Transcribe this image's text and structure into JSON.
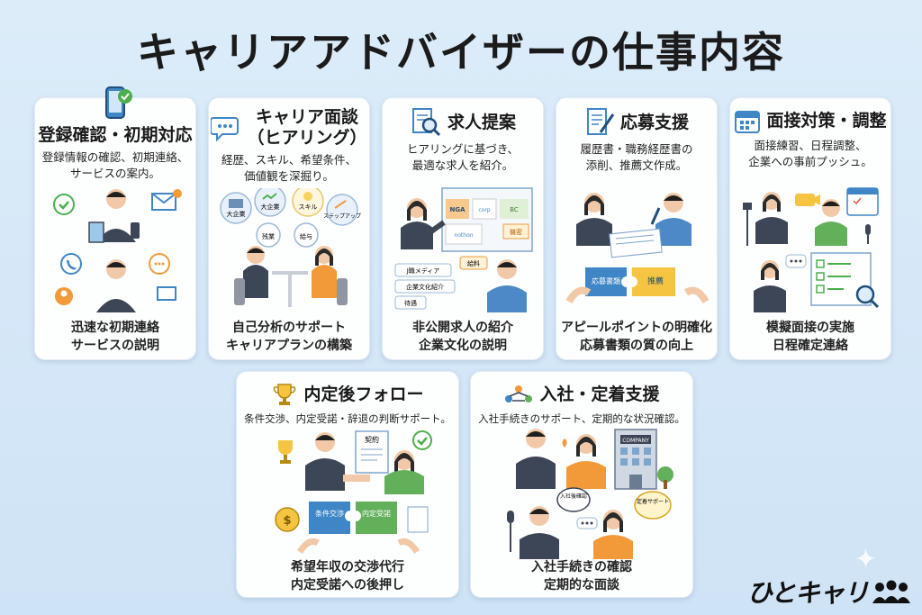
{
  "title": "キャリアアドバイザーの仕事内容",
  "cards": [
    {
      "title": "登録確認・初期対応",
      "desc": [
        "登録情報の確認、初期連絡、",
        "サービスの案内。"
      ],
      "footer": [
        "迅速な初期連絡",
        "サービスの説明"
      ]
    },
    {
      "title": [
        "キャリア面談",
        "（ヒアリング）"
      ],
      "desc": [
        "経歴、スキル、希望条件、",
        "価値観を深掘り。"
      ],
      "tags": [
        "大企業",
        "大企業",
        "スキル",
        "ステップアップ",
        "残業",
        "給与"
      ],
      "footer": [
        "自己分析のサポート",
        "キャリアプランの構築"
      ]
    },
    {
      "title": "求人提案",
      "desc": [
        "ヒアリングに基づき、",
        "最適な求人を紹介。"
      ],
      "tags": [
        "NGA",
        "corp",
        "nothon",
        "BC",
        "機密",
        "給料",
        "J職メディア",
        "企業文化紹介",
        "待遇"
      ],
      "footer": [
        "非公開求人の紹介",
        "企業文化の説明"
      ]
    },
    {
      "title": "応募支援",
      "desc": [
        "履歴書・職務経歴書の",
        "添削、推薦文作成。"
      ],
      "tags": [
        "応募書類",
        "推薦"
      ],
      "footer": [
        "アピールポイントの明確化",
        "応募書類の質の向上"
      ]
    },
    {
      "title": "面接対策・調整",
      "desc": [
        "面接練習、日程調整、",
        "企業への事前プッシュ。"
      ],
      "footer": [
        "模擬面接の実施",
        "日程確定連絡"
      ]
    },
    {
      "title": "内定後フォロー",
      "desc": [
        "条件交渉、内定受諾・辞退の判断サポート。"
      ],
      "tags": [
        "契約",
        "条件交渉",
        "内定受諾"
      ],
      "footer": [
        "希望年収の交渉代行",
        "内定受諾への後押し"
      ]
    },
    {
      "title": "入社・定着支援",
      "desc": [
        "入社手続きのサポート、定期的な状況確認。"
      ],
      "tags": [
        "COMPANY",
        "入社後確認",
        "定着サポート"
      ],
      "footer": [
        "入社手続きの確認",
        "定期的な面談"
      ]
    }
  ],
  "logo": "ひとキャリ",
  "colors": {
    "bg": "#d6e8f7",
    "skin": "#f2c9a8",
    "suit": "#3d4656",
    "hair": "#1f1f1f",
    "accent_blue": "#3f86c6",
    "accent_green": "#63b05a",
    "accent_orange": "#f29a3a"
  }
}
